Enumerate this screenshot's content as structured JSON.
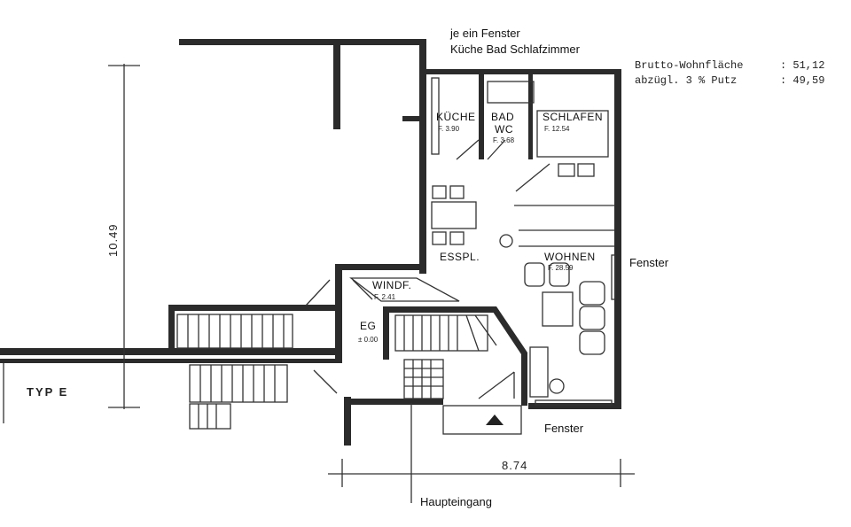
{
  "notes": {
    "windows_line1": "je ein Fenster",
    "windows_line2": "Küche  Bad  Schlafzimmer",
    "gross_label": "Brutto-Wohnfläche",
    "gross_value": ": 51,12",
    "plaster_label": "abzügl. 3 % Putz",
    "plaster_value": ": 49,59",
    "window_right": "Fenster",
    "window_bottom": "Fenster",
    "entrance": "Haupteingang",
    "type": "TYP E"
  },
  "rooms": {
    "kueche": {
      "name": "KÜCHE",
      "area": "F. 3.90"
    },
    "bad": {
      "name": "BAD",
      "name2": "WC",
      "area": "F. 3.68"
    },
    "schlafen": {
      "name": "SCHLAFEN",
      "area": "F. 12.54"
    },
    "esspl": {
      "name": "ESSPL."
    },
    "wohnen": {
      "name": "WOHNEN",
      "area": "F. 28.59"
    },
    "windf": {
      "name": "WINDF.",
      "area": "F. 2.41"
    },
    "eg": {
      "name": "EG",
      "level": "± 0.00"
    }
  },
  "dimensions": {
    "height": "10.49",
    "width": "8.74"
  }
}
